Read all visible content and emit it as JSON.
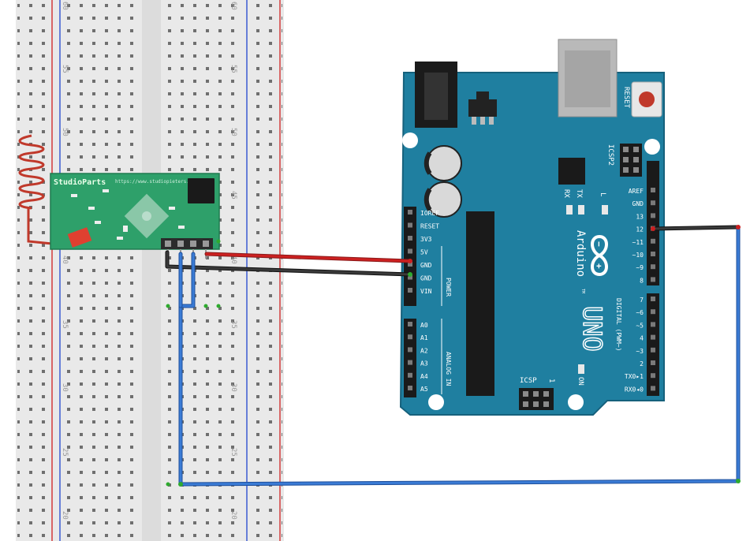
{
  "breadboard": {
    "row_numbers": [
      "60",
      "55",
      "50",
      "45",
      "40",
      "35",
      "30",
      "25",
      "20"
    ]
  },
  "rf_module": {
    "brand": "StudioParts",
    "url": "https://www.studiopieters.nl"
  },
  "arduino": {
    "reset_label": "RESET",
    "icsp2_label": "ICSP2",
    "icsp_label": "ICSP",
    "icsp_pin1": "1",
    "tx_label": "TX",
    "rx_label": "RX",
    "l_label": "L",
    "on_label": "ON",
    "brand_script": "Arduino",
    "trademark": "TM",
    "model": "UNO",
    "power_header_title": "POWER",
    "analog_header_title": "ANALOG IN",
    "digital_header_title": "DIGITAL (PWM~)",
    "power_pins": [
      "IOREF",
      "RESET",
      "3V3",
      "5V",
      "GND",
      "GND",
      "VIN"
    ],
    "analog_pins": [
      "A0",
      "A1",
      "A2",
      "A3",
      "A4",
      "A5"
    ],
    "digital_upper_pins": [
      "AREF",
      "GND",
      "13",
      "12",
      "~11",
      "~10",
      "~9",
      "8"
    ],
    "digital_lower_pins": [
      "7",
      "~6",
      "~5",
      "4",
      "~3",
      "2",
      "TX0▸1",
      "RX0◂0"
    ]
  },
  "wires": [
    {
      "name": "5v-wire",
      "color": "#cc2020"
    },
    {
      "name": "gnd-wire",
      "color": "#2a2a2a"
    },
    {
      "name": "pin12-wire-black",
      "color": "#2a2a2a"
    },
    {
      "name": "data-wire",
      "color": "#3a7bd5"
    }
  ],
  "colors": {
    "board": "#1f7fa0",
    "board_edge": "#16617c",
    "module_pcb": "#2ea06a",
    "breadboard": "#e8e8e8",
    "header": "#1a1a1a"
  }
}
